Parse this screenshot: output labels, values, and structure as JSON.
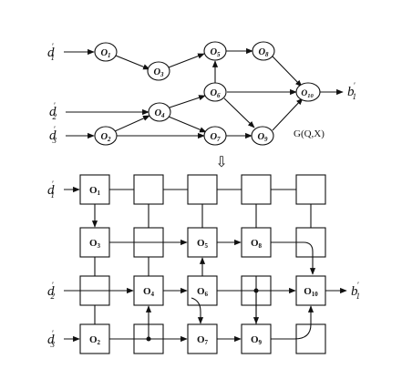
{
  "top_graph": {
    "inputs": [
      {
        "id": "d1",
        "base": "d",
        "sup": "′",
        "sub": "1"
      },
      {
        "id": "d2",
        "base": "d",
        "sup": "′",
        "sub": "2"
      },
      {
        "id": "d3",
        "base": "d",
        "sup": "′",
        "sub": "3"
      }
    ],
    "output": {
      "base": "b",
      "sup": "′",
      "sub": "1"
    },
    "nodes": [
      {
        "id": "O1",
        "label": "O",
        "sub": "1"
      },
      {
        "id": "O2",
        "label": "O",
        "sub": "2"
      },
      {
        "id": "O3",
        "label": "O",
        "sub": "3"
      },
      {
        "id": "O4",
        "label": "O",
        "sub": "4"
      },
      {
        "id": "O5",
        "label": "O",
        "sub": "5"
      },
      {
        "id": "O6",
        "label": "O",
        "sub": "6"
      },
      {
        "id": "O7",
        "label": "O",
        "sub": "7"
      },
      {
        "id": "O8",
        "label": "O",
        "sub": "8"
      },
      {
        "id": "O9",
        "label": "O",
        "sub": "9"
      },
      {
        "id": "O10",
        "label": "O",
        "sub": "10"
      }
    ],
    "caption": "G(Q,X)"
  },
  "arrow_symbol": "⇩",
  "grid": {
    "inputs": [
      {
        "id": "d1",
        "base": "d",
        "sup": "′",
        "sub": "1"
      },
      {
        "id": "d2",
        "base": "d",
        "sup": "′",
        "sub": "2"
      },
      {
        "id": "d3",
        "base": "d",
        "sup": "′",
        "sub": "3"
      }
    ],
    "output": {
      "base": "b",
      "sup": "′",
      "sub": "1"
    },
    "cells": [
      {
        "id": "O1",
        "label": "O",
        "sub": "1"
      },
      {
        "id": "O3",
        "label": "O",
        "sub": "3"
      },
      {
        "id": "O5",
        "label": "O",
        "sub": "5"
      },
      {
        "id": "O8",
        "label": "O",
        "sub": "8"
      },
      {
        "id": "O4",
        "label": "O",
        "sub": "4"
      },
      {
        "id": "O6",
        "label": "O",
        "sub": "6"
      },
      {
        "id": "O10",
        "label": "O",
        "sub": "10"
      },
      {
        "id": "O2",
        "label": "O",
        "sub": "2"
      },
      {
        "id": "O7",
        "label": "O",
        "sub": "7"
      },
      {
        "id": "O9",
        "label": "O",
        "sub": "9"
      }
    ]
  }
}
